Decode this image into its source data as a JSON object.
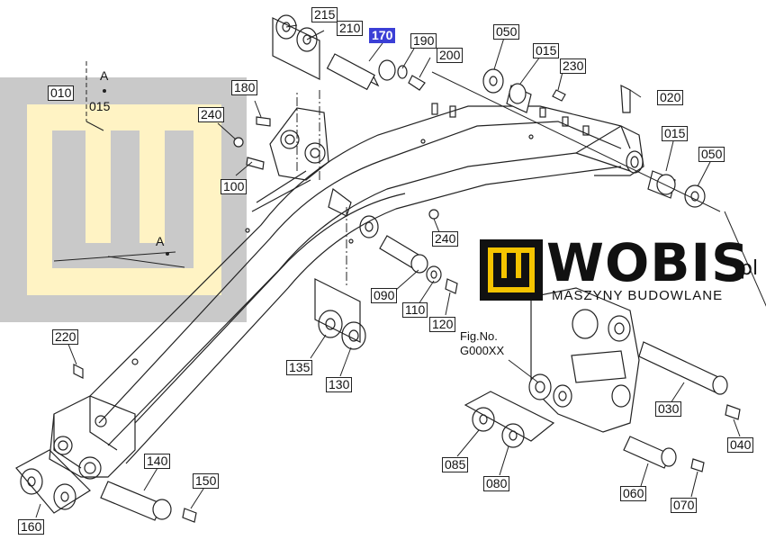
{
  "figure": {
    "fig_no_label": "Fig.No.",
    "fig_no_value": "G000XX",
    "detail_marker": "A",
    "detail_marker_2": "A",
    "detail_sub_label": "015"
  },
  "brand": {
    "name": "WOBIS",
    "suffix": ".pl",
    "tagline": "MASZYNY BUDOWLANE",
    "colors": {
      "yellow": "#f5c400",
      "black": "#111111",
      "watermark_gray": "#c9c9c9",
      "watermark_cream": "#fff3c4"
    }
  },
  "parts": [
    {
      "id": "p215",
      "label": "215"
    },
    {
      "id": "p210",
      "label": "210"
    },
    {
      "id": "p170",
      "label": "170",
      "selected": true
    },
    {
      "id": "p190",
      "label": "190"
    },
    {
      "id": "p200",
      "label": "200"
    },
    {
      "id": "p050a",
      "label": "050"
    },
    {
      "id": "p015a",
      "label": "015"
    },
    {
      "id": "p230",
      "label": "230"
    },
    {
      "id": "p020",
      "label": "020"
    },
    {
      "id": "p010",
      "label": "010"
    },
    {
      "id": "p180",
      "label": "180"
    },
    {
      "id": "p240a",
      "label": "240"
    },
    {
      "id": "p100",
      "label": "100"
    },
    {
      "id": "p015b",
      "label": "015"
    },
    {
      "id": "p050b",
      "label": "050"
    },
    {
      "id": "p240b",
      "label": "240"
    },
    {
      "id": "p090",
      "label": "090"
    },
    {
      "id": "p110",
      "label": "110"
    },
    {
      "id": "p120",
      "label": "120"
    },
    {
      "id": "p220",
      "label": "220"
    },
    {
      "id": "p135",
      "label": "135"
    },
    {
      "id": "p130",
      "label": "130"
    },
    {
      "id": "p030",
      "label": "030"
    },
    {
      "id": "p040",
      "label": "040"
    },
    {
      "id": "p085",
      "label": "085"
    },
    {
      "id": "p080",
      "label": "080"
    },
    {
      "id": "p060",
      "label": "060"
    },
    {
      "id": "p070",
      "label": "070"
    },
    {
      "id": "p140",
      "label": "140"
    },
    {
      "id": "p150",
      "label": "150"
    },
    {
      "id": "p160",
      "label": "160"
    }
  ]
}
